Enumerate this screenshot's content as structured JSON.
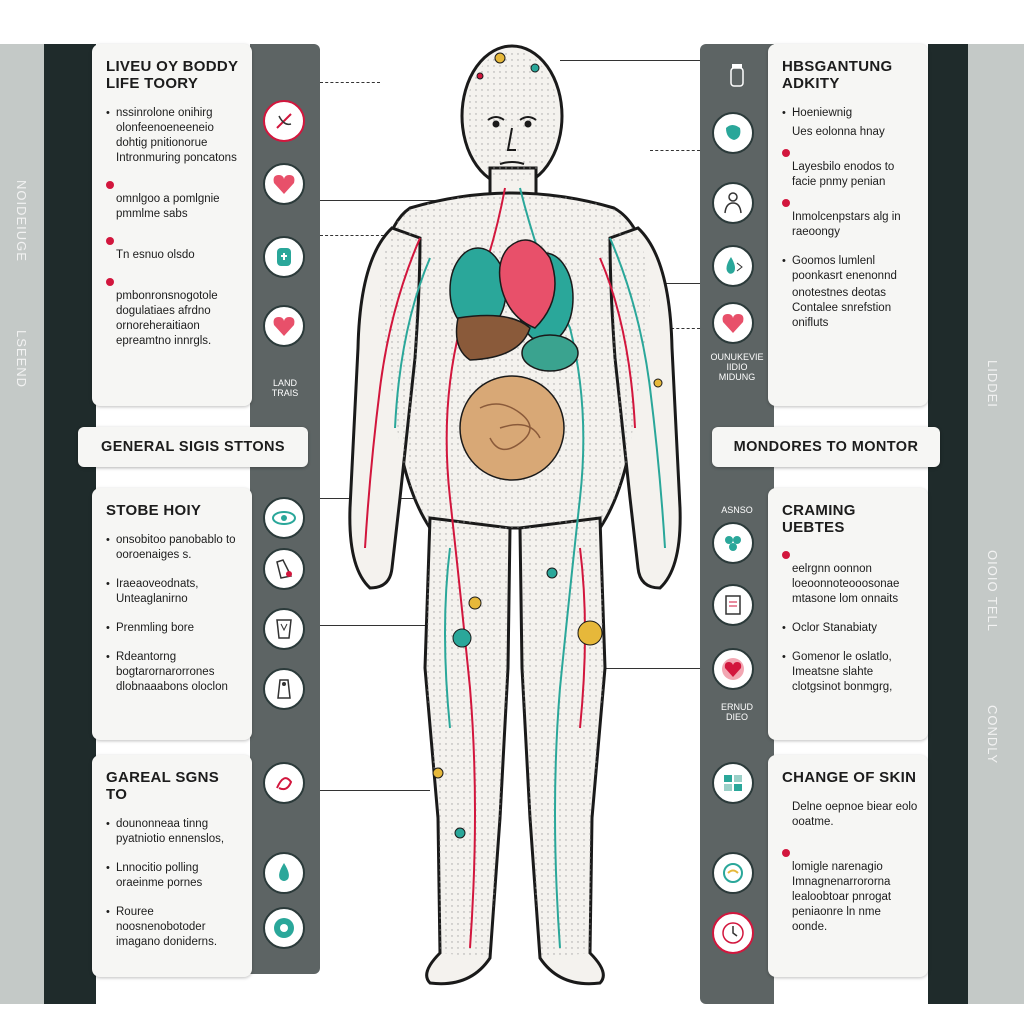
{
  "colors": {
    "dark": "#1f2b2b",
    "mid": "#5d6464",
    "light": "#c4c9c7",
    "accent": "#d2163d",
    "teal": "#2aa79a"
  },
  "left": {
    "card1": {
      "title": "LIVEU OY BODDY\nLIFE TOORY",
      "items": [
        "nssinrolone onihirg olonfeenoeneeneio dohtig pnitionorue Intronmuring poncatons",
        "omnlgoo a pomlgnie pmmlme sabs",
        "Tn esnuo olsdo",
        "pmbonronsnogotole dogulatiaes afrdno ornoreheraitiaon epreamtno innrgls."
      ]
    },
    "header": "GENERAL SIGIS STTONS",
    "card2": {
      "title": "STOBE HOIY",
      "items": [
        "onsobitoo panobablo to ooroenaiges s.",
        "Iraeaoveodnats, Unteaglanirno",
        "Prenmling bore",
        "Rdeantorng bogtarornarorrones dlobnaaabons oloclon"
      ]
    },
    "card3": {
      "title": "GAREAL SGNS TO",
      "items": [
        "dounonneaa tinng pyatniotio ennenslos,",
        "Lnnocitio polling oraeinme pornes",
        "Rouree noosnenobotoder imagano doniderns."
      ]
    },
    "side_small": "LAND\nTRAIS",
    "vtexts": [
      "NOIDEIUGE",
      "LSEEND"
    ]
  },
  "right": {
    "card1": {
      "title": "HBSGANTUNG\nADKITY",
      "items": [
        "Hoeniewnig",
        "Ues eolonna hnay",
        "Layesbilo enodos to facie pnmy penian",
        "Inmolcenpstars alg in raeoongy",
        "Goomos lumlenl poonkasrt enenonnd",
        "onotestnes deotas Contalee snrefstion onifluts"
      ]
    },
    "header": "MONDORES TO MONTOR",
    "card2": {
      "title": "CRAMING UEBTES",
      "items": [
        "eelrgnn oonnon loeoonnoteooosonae mtasone lom onnaits",
        "Oclor Stanabiaty",
        "Gomenor le oslatlo, Imeatsne slahte clotgsinot bonmgrg,"
      ]
    },
    "card3": {
      "title": "CHANGE OF SKIN",
      "items": [
        "Delne oepnoe biear eolo ooatme.",
        "lomigle narenagio Imnagnenarrororna lealoobtoar pnrogat peniaonre ln nme oonde."
      ]
    },
    "side_small1": "ASNSO",
    "side_small2": "OUNUKEVIE\nIIDIO\nMIDUNG",
    "side_small3": "ERNUD\nDIEO",
    "vtexts": [
      "LIDDEI",
      "OIOIO TELL",
      "CONDLY"
    ]
  }
}
